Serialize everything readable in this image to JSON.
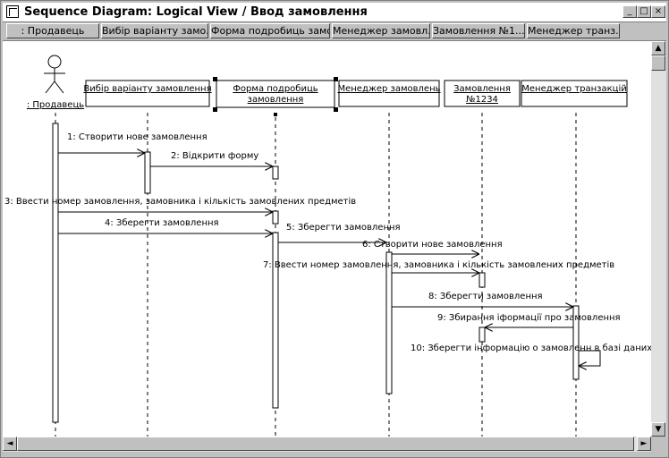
{
  "window": {
    "title": "Sequence Diagram: Logical View / Ввод замовлення"
  },
  "header_cells": [
    ": Продавець",
    "Вибір варіанту замо...",
    "Форма подробиць замо...",
    "Менеджер замовл...",
    "Замовлення №1...",
    "Менеджер транз..."
  ],
  "diagram": {
    "actor": {
      "label": ": Продавець"
    },
    "objects": [
      {
        "line1": "Вибір варіанту замовлення",
        "line2": ""
      },
      {
        "line1": "Форма подробиць",
        "line2": "замовлення"
      },
      {
        "line1": "Менеджер замовлень",
        "line2": ""
      },
      {
        "line1": "Замовлення",
        "line2": "№1234"
      },
      {
        "line1": "Менеджер транзакцій",
        "line2": ""
      }
    ],
    "messages": [
      "1: Створити нове замовлення",
      "2: Відкрити форму",
      "3: Ввести номер замовлення, замовника і кількість замовлених предметів",
      "4: Зберегти замовлення",
      "5: Зберегти замовлення",
      "6: Створити нове замовлення",
      "7: Ввести номер замовлення, замовника і кількість замовлених предметів",
      "8: Зберегти замовлення",
      "9: Збирання іформації про замовлення",
      "10: Зберегти інформацію о замовленн в базі даних"
    ]
  },
  "icons": {
    "window_icon": "diagram-icon",
    "minimize": "_",
    "maximize": "□",
    "close": "×",
    "up": "▲",
    "down": "▼",
    "left": "◄",
    "right": "►"
  }
}
